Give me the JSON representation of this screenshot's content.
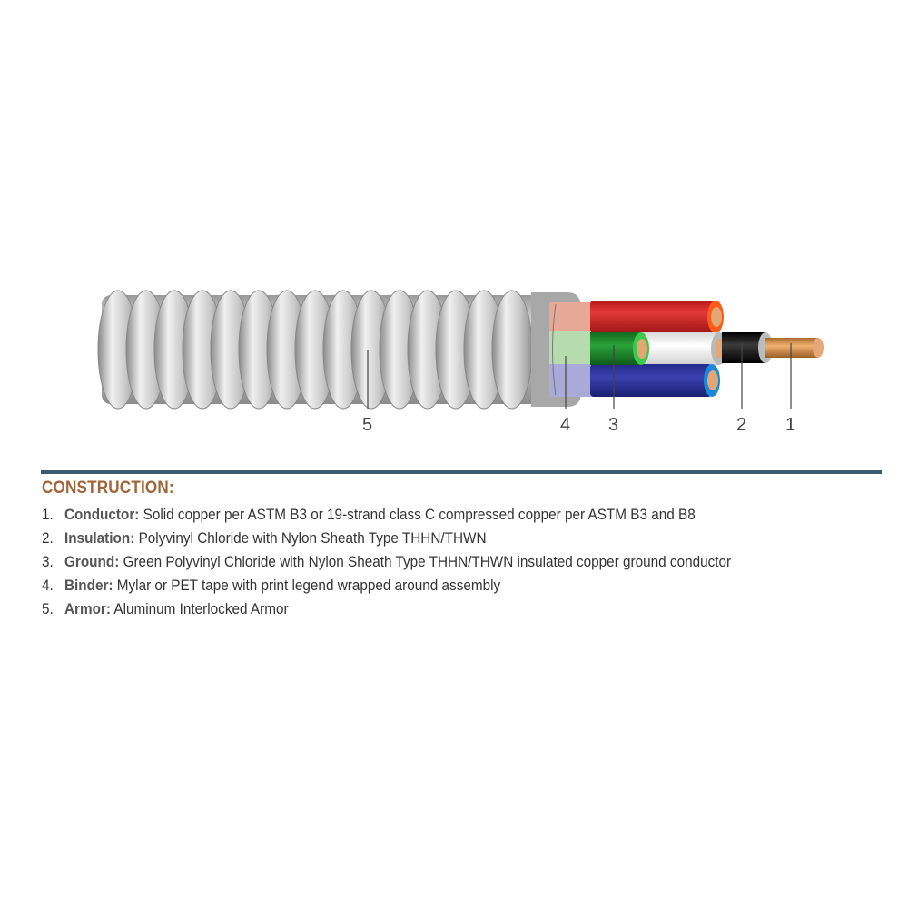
{
  "diagram": {
    "callouts": [
      {
        "number": "5",
        "part": "Armor"
      },
      {
        "number": "4",
        "part": "Binder"
      },
      {
        "number": "3",
        "part": "Ground"
      },
      {
        "number": "2",
        "part": "Insulation"
      },
      {
        "number": "1",
        "part": "Conductor"
      }
    ],
    "colors": {
      "armor": "#b9b9b9",
      "binder_red": "#e8a896",
      "binder_green": "#a8d4a0",
      "binder_blue": "#a8a8d8",
      "red_wire": "#d52a2a",
      "green_wire": "#1f8f2f",
      "white_wire": "#f2f2f2",
      "blue_wire": "#2a2f9a",
      "black_insulation": "#111111",
      "copper": "#d8955a"
    }
  },
  "construction": {
    "heading": "CONSTRUCTION:",
    "heading_color": "#a0653a",
    "divider_color": "#3f5873",
    "items": [
      {
        "number": "1.",
        "term": "Conductor:",
        "description": "Solid copper per ASTM B3 or 19-strand class C compressed copper per ASTM B3 and B8"
      },
      {
        "number": "2.",
        "term": "Insulation:",
        "description": "Polyvinyl Chloride with Nylon Sheath Type THHN/THWN"
      },
      {
        "number": "3.",
        "term": "Ground:",
        "description": "Green Polyvinyl Chloride with Nylon Sheath Type THHN/THWN insulated copper ground conductor"
      },
      {
        "number": "4.",
        "term": "Binder:",
        "description": "Mylar or PET tape with print legend wrapped around assembly"
      },
      {
        "number": "5.",
        "term": "Armor:",
        "description": "Aluminum Interlocked Armor"
      }
    ]
  }
}
